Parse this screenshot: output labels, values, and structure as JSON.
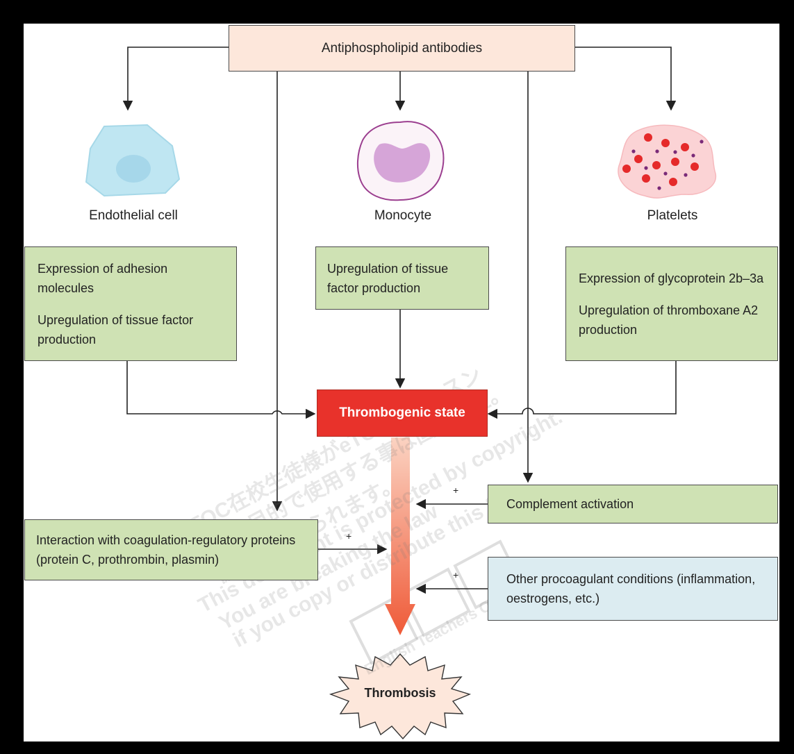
{
  "source": "Antiphospholipid antibodies",
  "cells": {
    "endothelial": "Endothelial cell",
    "monocyte": "Monocyte",
    "platelets": "Platelets"
  },
  "effects": {
    "endothelial": [
      "Expression of adhesion molecules",
      "Upregulation of tissue factor production"
    ],
    "monocyte": [
      "Upregulation of tissue factor production"
    ],
    "platelets": [
      "Expression of glycoprotein 2b–3a",
      "Upregulation of thromboxane A2 production"
    ]
  },
  "central": "Thrombogenic state",
  "complement": "Complement activation",
  "interaction": "Interaction with coagulation-regulatory proteins (protein C, prothrombin, plasmin)",
  "other_conditions": "Other procoagulant conditions (inflammation, oestrogens, etc.)",
  "outcome": "Thrombosis",
  "plus_sign": "+",
  "watermark": [
    "eTOC在校生徒様がeTOCのレッスン",
    "以外の目的で使用する事は固く禁止。",
    "協議を罰せられます。",
    "This document is protected by copyright.",
    "You are breaking the law",
    "if you copy or distribute this file.",
    "eTOC",
    "English Teachers On Call"
  ],
  "colors": {
    "green_box": "#cfe2b4",
    "blue_box": "#dcecf1",
    "peach_box": "#fde7db",
    "thrombogenic_red": "#e8322b",
    "arrow_gradient": "#f08a6a"
  }
}
